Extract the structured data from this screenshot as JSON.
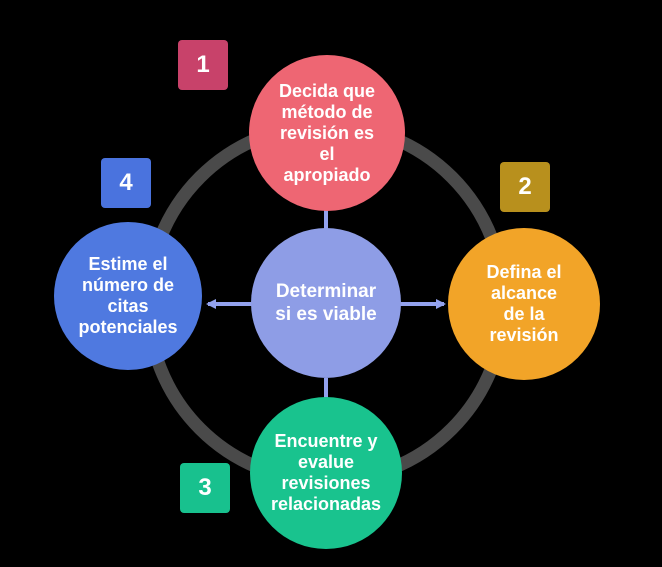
{
  "diagram": {
    "center": {
      "label": "Determinar\nsi es viable",
      "color": "#8e9de6"
    },
    "steps": [
      {
        "number": "1",
        "label": "Decida que\nmétodo de\nrevisión es\nel\napropiado",
        "color": "#ee6673",
        "badge_color": "#c8426a"
      },
      {
        "number": "2",
        "label": "Defina el\nalcance\nde la\nrevisión",
        "color": "#f2a428",
        "badge_color": "#b8901d"
      },
      {
        "number": "3",
        "label": "Encuentre y\nevalue\nrevisiones\nrelacionadas",
        "color": "#19c38e",
        "badge_color": "#18c18e"
      },
      {
        "number": "4",
        "label": "Estime el\nnúmero de\ncitas\npotenciales",
        "color": "#4f79e0",
        "badge_color": "#4a73de"
      }
    ],
    "ring_color": "#4a4a4a",
    "arrow_color": "#93a2ee"
  }
}
